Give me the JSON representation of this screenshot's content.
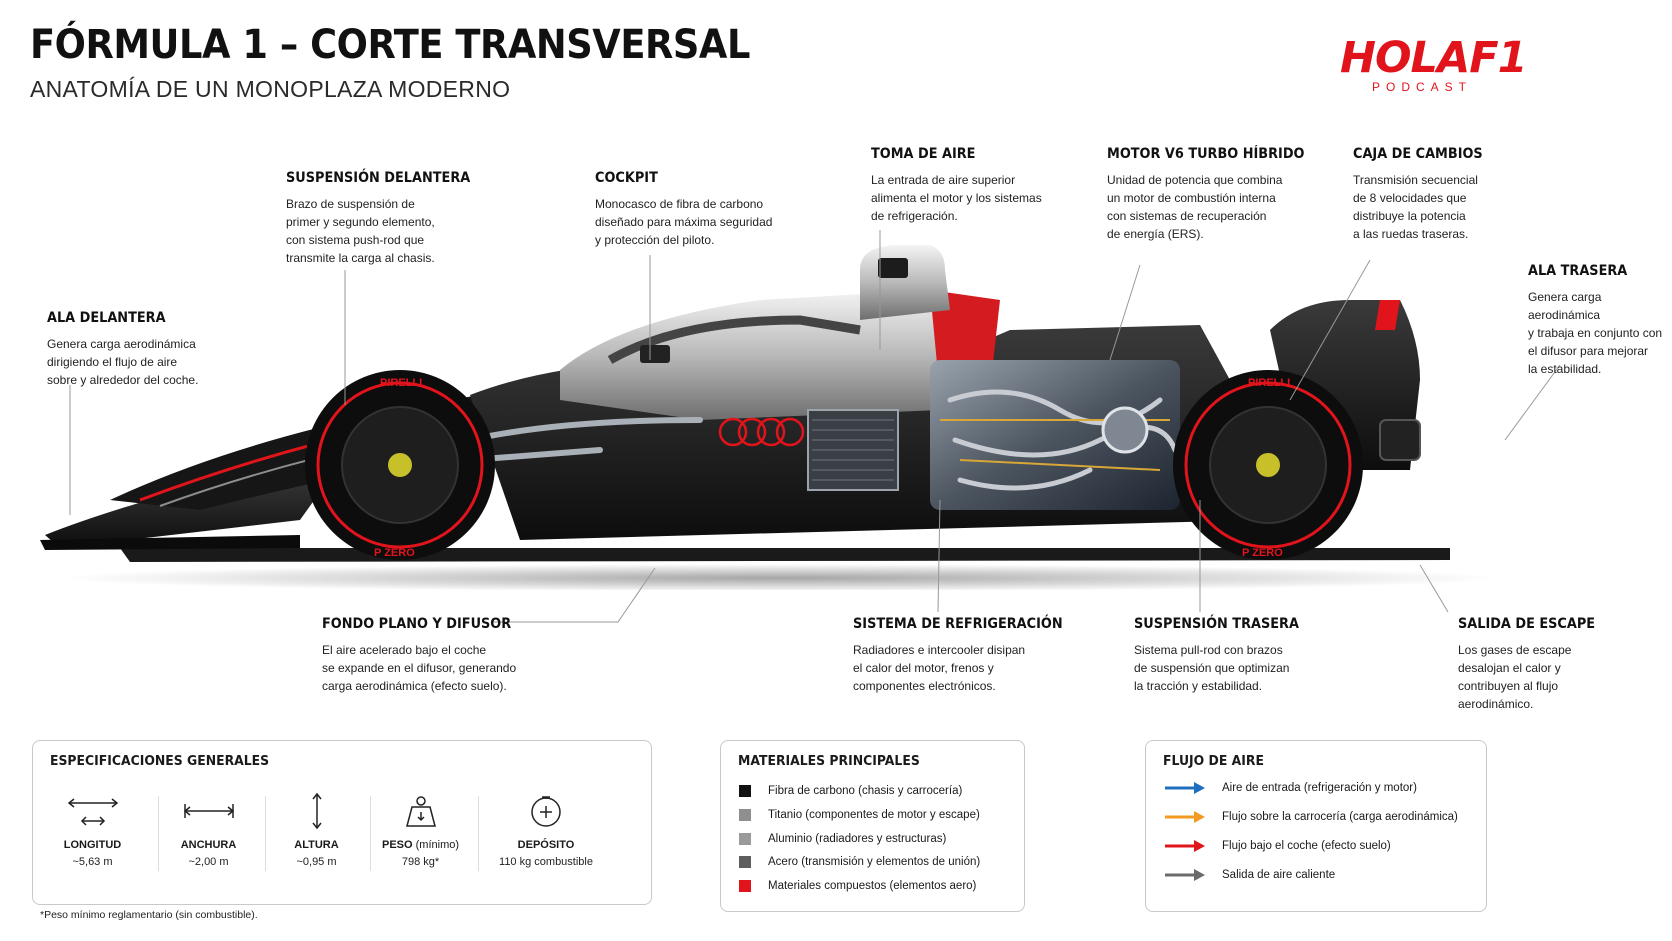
{
  "header": {
    "title": "FÓRMULA 1 – CORTE TRANSVERSAL",
    "subtitle": "ANATOMÍA DE UN MONOPLAZA MODERNO"
  },
  "logo": {
    "main": "HOLAF1",
    "sub": "PODCAST",
    "color": "#e1141c"
  },
  "callouts": {
    "suspension_delantera": {
      "title": "SUSPENSIÓN DELANTERA",
      "text": "Brazo de suspensión de\nprimer y segundo elemento,\ncon sistema push-rod que\ntransmite la carga al chasis."
    },
    "cockpit": {
      "title": "COCKPIT",
      "text": "Monocasco de fibra de carbono\ndiseñado para máxima seguridad\ny protección del piloto."
    },
    "toma_aire": {
      "title": "TOMA DE AIRE",
      "text": "La entrada de aire superior\nalimenta el motor y los sistemas\nde refrigeración."
    },
    "motor": {
      "title": "MOTOR V6 TURBO HÍBRIDO",
      "text": "Unidad de potencia que combina\nun motor de combustión interna\ncon sistemas de recuperación\nde energía (ERS)."
    },
    "caja_cambios": {
      "title": "CAJA DE CAMBIOS",
      "text": "Transmisión secuencial\nde 8 velocidades que\ndistribuye la potencia\na las ruedas traseras."
    },
    "ala_trasera": {
      "title": "ALA TRASERA",
      "text": "Genera carga aerodinámica\ny trabaja en conjunto con\nel difusor para mejorar\nla estabilidad."
    },
    "ala_delantera": {
      "title": "ALA DELANTERA",
      "text": "Genera carga aerodinámica\ndirigiendo el flujo de aire\nsobre y alrededor del coche."
    },
    "fondo_plano": {
      "title": "FONDO PLANO Y DIFUSOR",
      "text": "El aire acelerado bajo el coche\nse expande en el difusor, generando\ncarga aerodinámica (efecto suelo)."
    },
    "refrigeracion": {
      "title": "SISTEMA DE REFRIGERACIÓN",
      "text": "Radiadores e intercooler disipan\nel calor del motor, frenos y\ncomponentes electrónicos."
    },
    "suspension_trasera": {
      "title": "SUSPENSIÓN TRASERA",
      "text": "Sistema pull-rod con brazos\nde suspensión que optimizan\nla tracción y estabilidad."
    },
    "escape": {
      "title": "SALIDA DE ESCAPE",
      "text": "Los gases de escape\ndesalojan el calor y\ncontribuyen al flujo\naerodinámico."
    }
  },
  "car_labels": {
    "tyre_brand": "PIRELLI",
    "tyre_model": "P ZERO"
  },
  "specs": {
    "title": "ESPECIFICACIONES GENERALES",
    "items": [
      {
        "label": "LONGITUD",
        "label_extra": "",
        "value": "~5,63 m",
        "icon": "length-arrows-icon"
      },
      {
        "label": "ANCHURA",
        "label_extra": "",
        "value": "~2,00 m",
        "icon": "width-arrow-icon"
      },
      {
        "label": "ALTURA",
        "label_extra": "",
        "value": "~0,95 m",
        "icon": "height-arrow-icon"
      },
      {
        "label": "PESO",
        "label_extra": " (mínimo)",
        "value": "798 kg*",
        "icon": "weight-icon"
      },
      {
        "label": "DEPÓSITO",
        "label_extra": "",
        "value": "110 kg combustible",
        "icon": "fuel-tank-icon"
      }
    ],
    "note": "*Peso mínimo reglamentario (sin combustible)."
  },
  "materials": {
    "title": "MATERIALES PRINCIPALES",
    "items": [
      {
        "label": "Fibra de carbono (chasis y carrocería)",
        "color": "#111111"
      },
      {
        "label": "Titanio (componentes de motor y escape)",
        "color": "#8f8f8f"
      },
      {
        "label": "Aluminio (radiadores y estructuras)",
        "color": "#9a9a9a"
      },
      {
        "label": "Acero (transmisión y elementos de unión)",
        "color": "#5e5e5e"
      },
      {
        "label": "Materiales compuestos (elementos aero)",
        "color": "#e1141c"
      }
    ]
  },
  "airflow": {
    "title": "FLUJO DE AIRE",
    "items": [
      {
        "label": "Aire de entrada (refrigeración y motor)",
        "color": "#1f6fc0"
      },
      {
        "label": "Flujo sobre la carrocería (carga aerodinámica)",
        "color": "#f29a22"
      },
      {
        "label": "Flujo bajo el coche (efecto suelo)",
        "color": "#e1141c"
      },
      {
        "label": "Salida de aire caliente",
        "color": "#6b6b6b"
      }
    ]
  }
}
